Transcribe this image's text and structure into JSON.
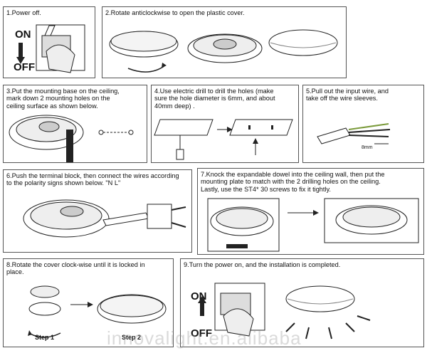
{
  "steps": [
    {
      "text": "1.Power off.",
      "on": "ON",
      "off": "OFF"
    },
    {
      "text": "2.Rotate anticlockwise to open the plastic cover."
    },
    {
      "text": "3.Put the mounting base on the ceiling,\n   mark down 2 mounting holes on the\n   ceiling surface as shown below."
    },
    {
      "text": "4.Use electric drill to drill the holes (make\n   sure the hole diameter is 6mm, and about\n   40mm deep) ."
    },
    {
      "text": "5.Pull out the input wire, and\n   take off the wire sleeves.",
      "dim": "8mm"
    },
    {
      "text": "6.Push the terminal block, then connect the wires according\n   to the polarity signs shown below. \"N  L\""
    },
    {
      "text": "7.Knock the expandable dowel into the ceiling wall, then put the\n   mounting plate to match with the 2 drilling holes on the ceiling.\n   Lastly, use the ST4* 30 screws to fix it tightly."
    },
    {
      "text": "8.Rotate the cover clock-wise until it is locked in\n   place.",
      "step1": "Step 1",
      "step2": "Step 2"
    },
    {
      "text": "9.Turn the power on, and the installation is completed.",
      "on": "ON",
      "off": "OFF"
    }
  ],
  "watermark": "innovalight.en.alibaba",
  "colors": {
    "border": "#555555",
    "line": "#222222",
    "wire_green": "#7a9a3a"
  }
}
